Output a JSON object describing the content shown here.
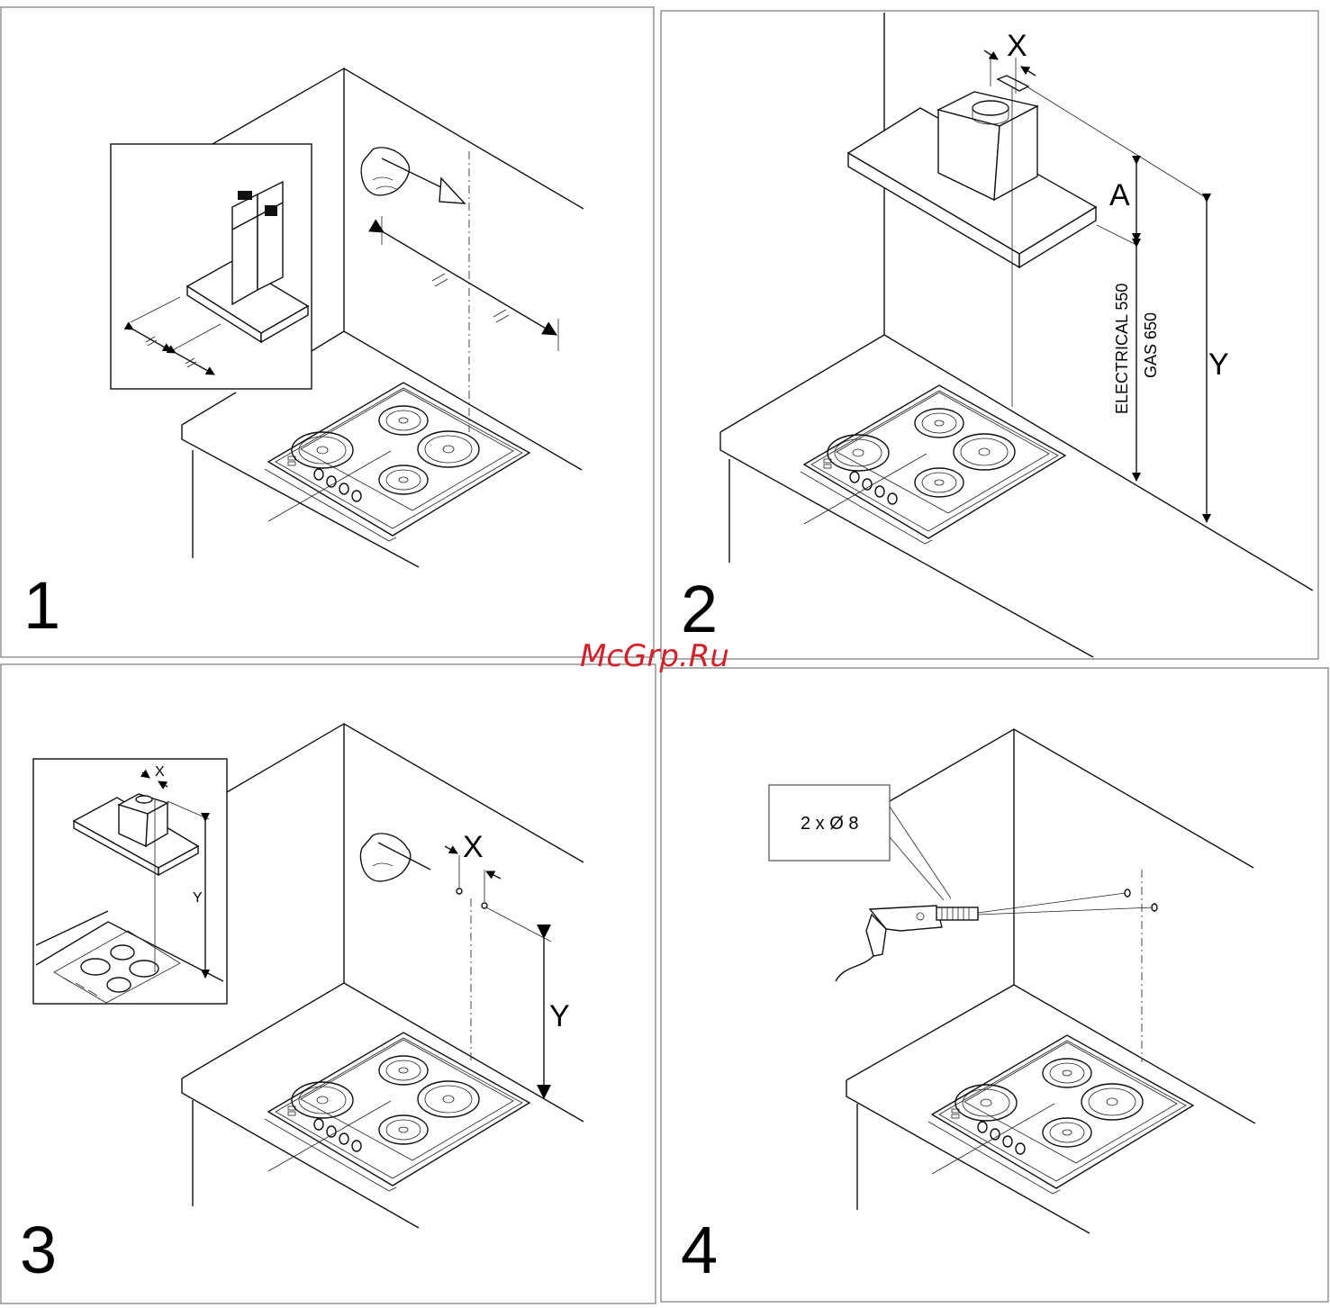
{
  "panels": [
    {
      "number": "1"
    },
    {
      "number": "2"
    },
    {
      "number": "3"
    },
    {
      "number": "4"
    }
  ],
  "labels": {
    "x": "X",
    "y": "Y",
    "a": "A",
    "electrical": "ELECTRICAL 550",
    "gas": "GAS 650",
    "drill_spec": "2 x Ø 8"
  },
  "watermark": "McGrp.Ru",
  "colors": {
    "line": "#111111",
    "watermark": "#d3212a",
    "panel_border": "#777777"
  }
}
